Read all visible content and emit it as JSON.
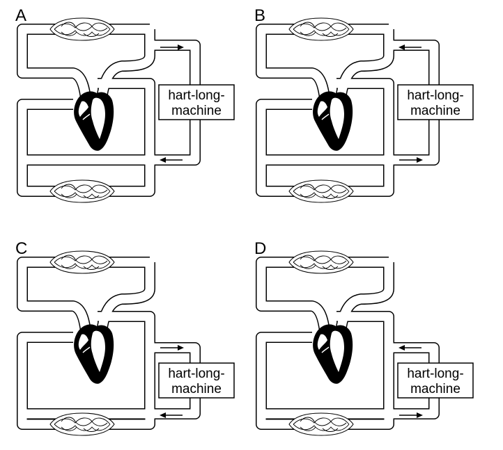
{
  "machine_label_line1": "hart-long-",
  "machine_label_line2": "machine",
  "panels": [
    {
      "label": "A",
      "upper_arrow": "right",
      "lower_arrow": "left",
      "upper_connection": "aorta-outflow",
      "machine_position": "upper"
    },
    {
      "label": "B",
      "upper_arrow": "left",
      "lower_arrow": "right",
      "upper_connection": "aorta-outflow",
      "machine_position": "upper"
    },
    {
      "label": "C",
      "upper_arrow": "right",
      "lower_arrow": "left",
      "upper_connection": "venous-return",
      "machine_position": "lower"
    },
    {
      "label": "D",
      "upper_arrow": "left",
      "lower_arrow": "right",
      "upper_connection": "venous-return",
      "machine_position": "lower"
    }
  ]
}
